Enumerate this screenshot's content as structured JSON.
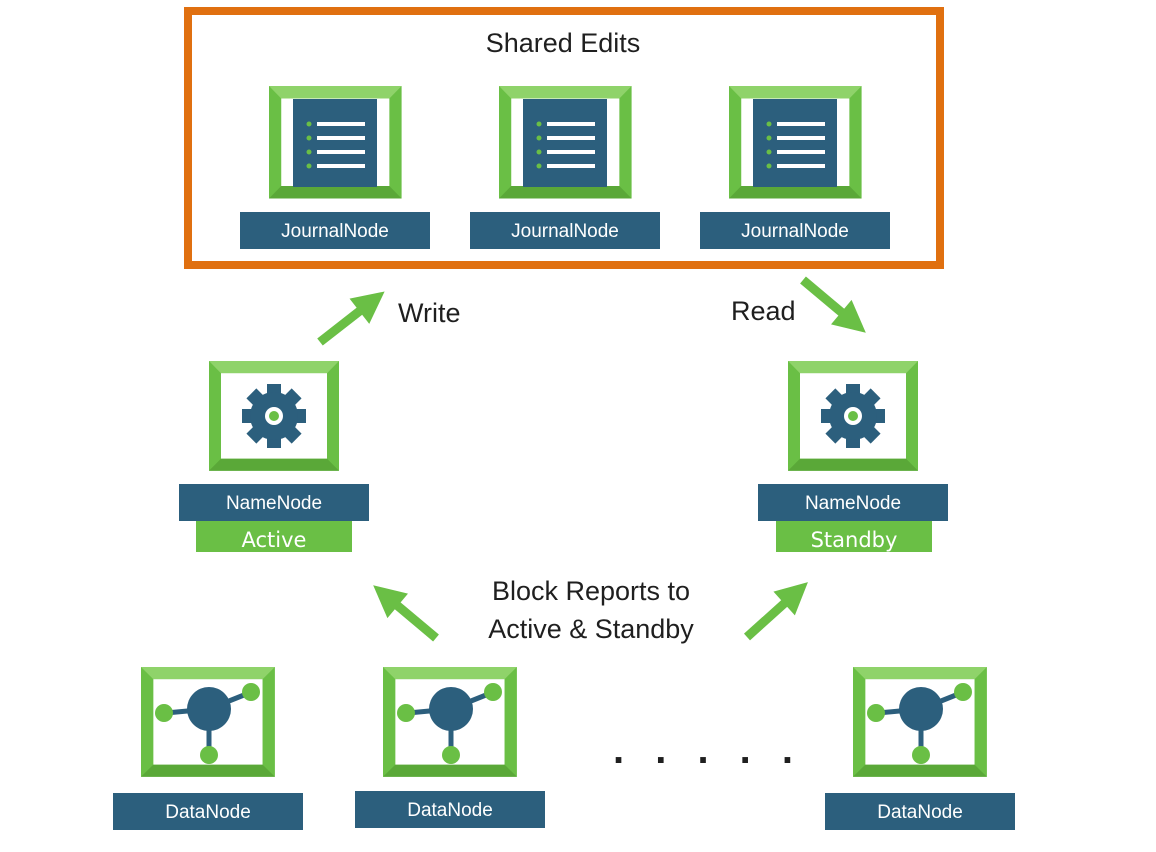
{
  "shared_edits": {
    "title": "Shared Edits"
  },
  "journal_nodes": [
    {
      "label": "JournalNode"
    },
    {
      "label": "JournalNode"
    },
    {
      "label": "JournalNode"
    }
  ],
  "edges": {
    "write": "Write",
    "read": "Read"
  },
  "name_nodes": {
    "active": {
      "label": "NameNode",
      "status": "Active"
    },
    "standby": {
      "label": "NameNode",
      "status": "Standby"
    }
  },
  "block_reports": {
    "line1": "Block Reports to",
    "line2": "Active & Standby"
  },
  "data_nodes": [
    {
      "label": "DataNode"
    },
    {
      "label": "DataNode"
    },
    {
      "label": "DataNode"
    }
  ],
  "ellipsis": ". . . . .",
  "colors": {
    "frame_green": "#6abf45",
    "frame_light": "#8fd36a",
    "node_blue": "#2c5f7d",
    "border_orange": "#e07010",
    "arrow_green": "#6abf45",
    "status_green": "#6abf45"
  }
}
